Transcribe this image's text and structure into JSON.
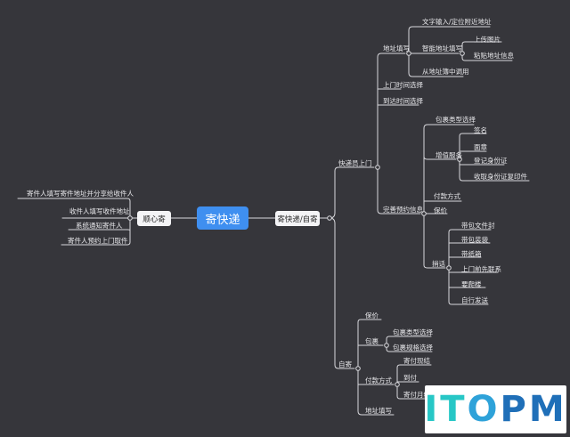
{
  "root": "寄快递",
  "left": {
    "title": "顺心寄",
    "items": [
      "寄件人填写寄件地址并分享给收件人",
      "收件人填写收件地址",
      "系统通知寄件人",
      "寄件人预约上门取件"
    ]
  },
  "right": {
    "title": "寄快递/自寄",
    "courier": {
      "title": "快递员上门",
      "address": {
        "title": "地址填写",
        "items": [
          "文字输入/定位附近地址",
          "智能地址填写",
          "从地址簿中调用"
        ],
        "smart": [
          "上传图片",
          "粘贴地址信息"
        ]
      },
      "pickup_time": "上门时间选择",
      "arrival_time": "到达时间选择",
      "booking": {
        "title": "完善预约信息",
        "package_type": "包裹类型选择",
        "value_added": {
          "title": "增值服务",
          "items": [
            "签名",
            "面章",
            "登记身份证",
            "收取身份证复印件"
          ]
        },
        "payment": "付款方式",
        "insurance": "保价",
        "delivery": {
          "title": "捎话",
          "items": [
            "带包文件封",
            "带包装袋",
            "带纸箱",
            "上门前先联系",
            "要爬楼",
            "自行发送"
          ]
        }
      }
    },
    "self": {
      "title": "自寄",
      "insurance": "保价",
      "package": {
        "title": "包裹",
        "items": [
          "包裹类型选择",
          "包裹规格选择"
        ]
      },
      "payment": {
        "title": "付款方式",
        "items": [
          "寄付现结",
          "到付",
          "寄付月结"
        ]
      },
      "address": "地址填写"
    }
  },
  "logo": {
    "t1": "IT",
    "t2": "O",
    "t3": "PM"
  }
}
